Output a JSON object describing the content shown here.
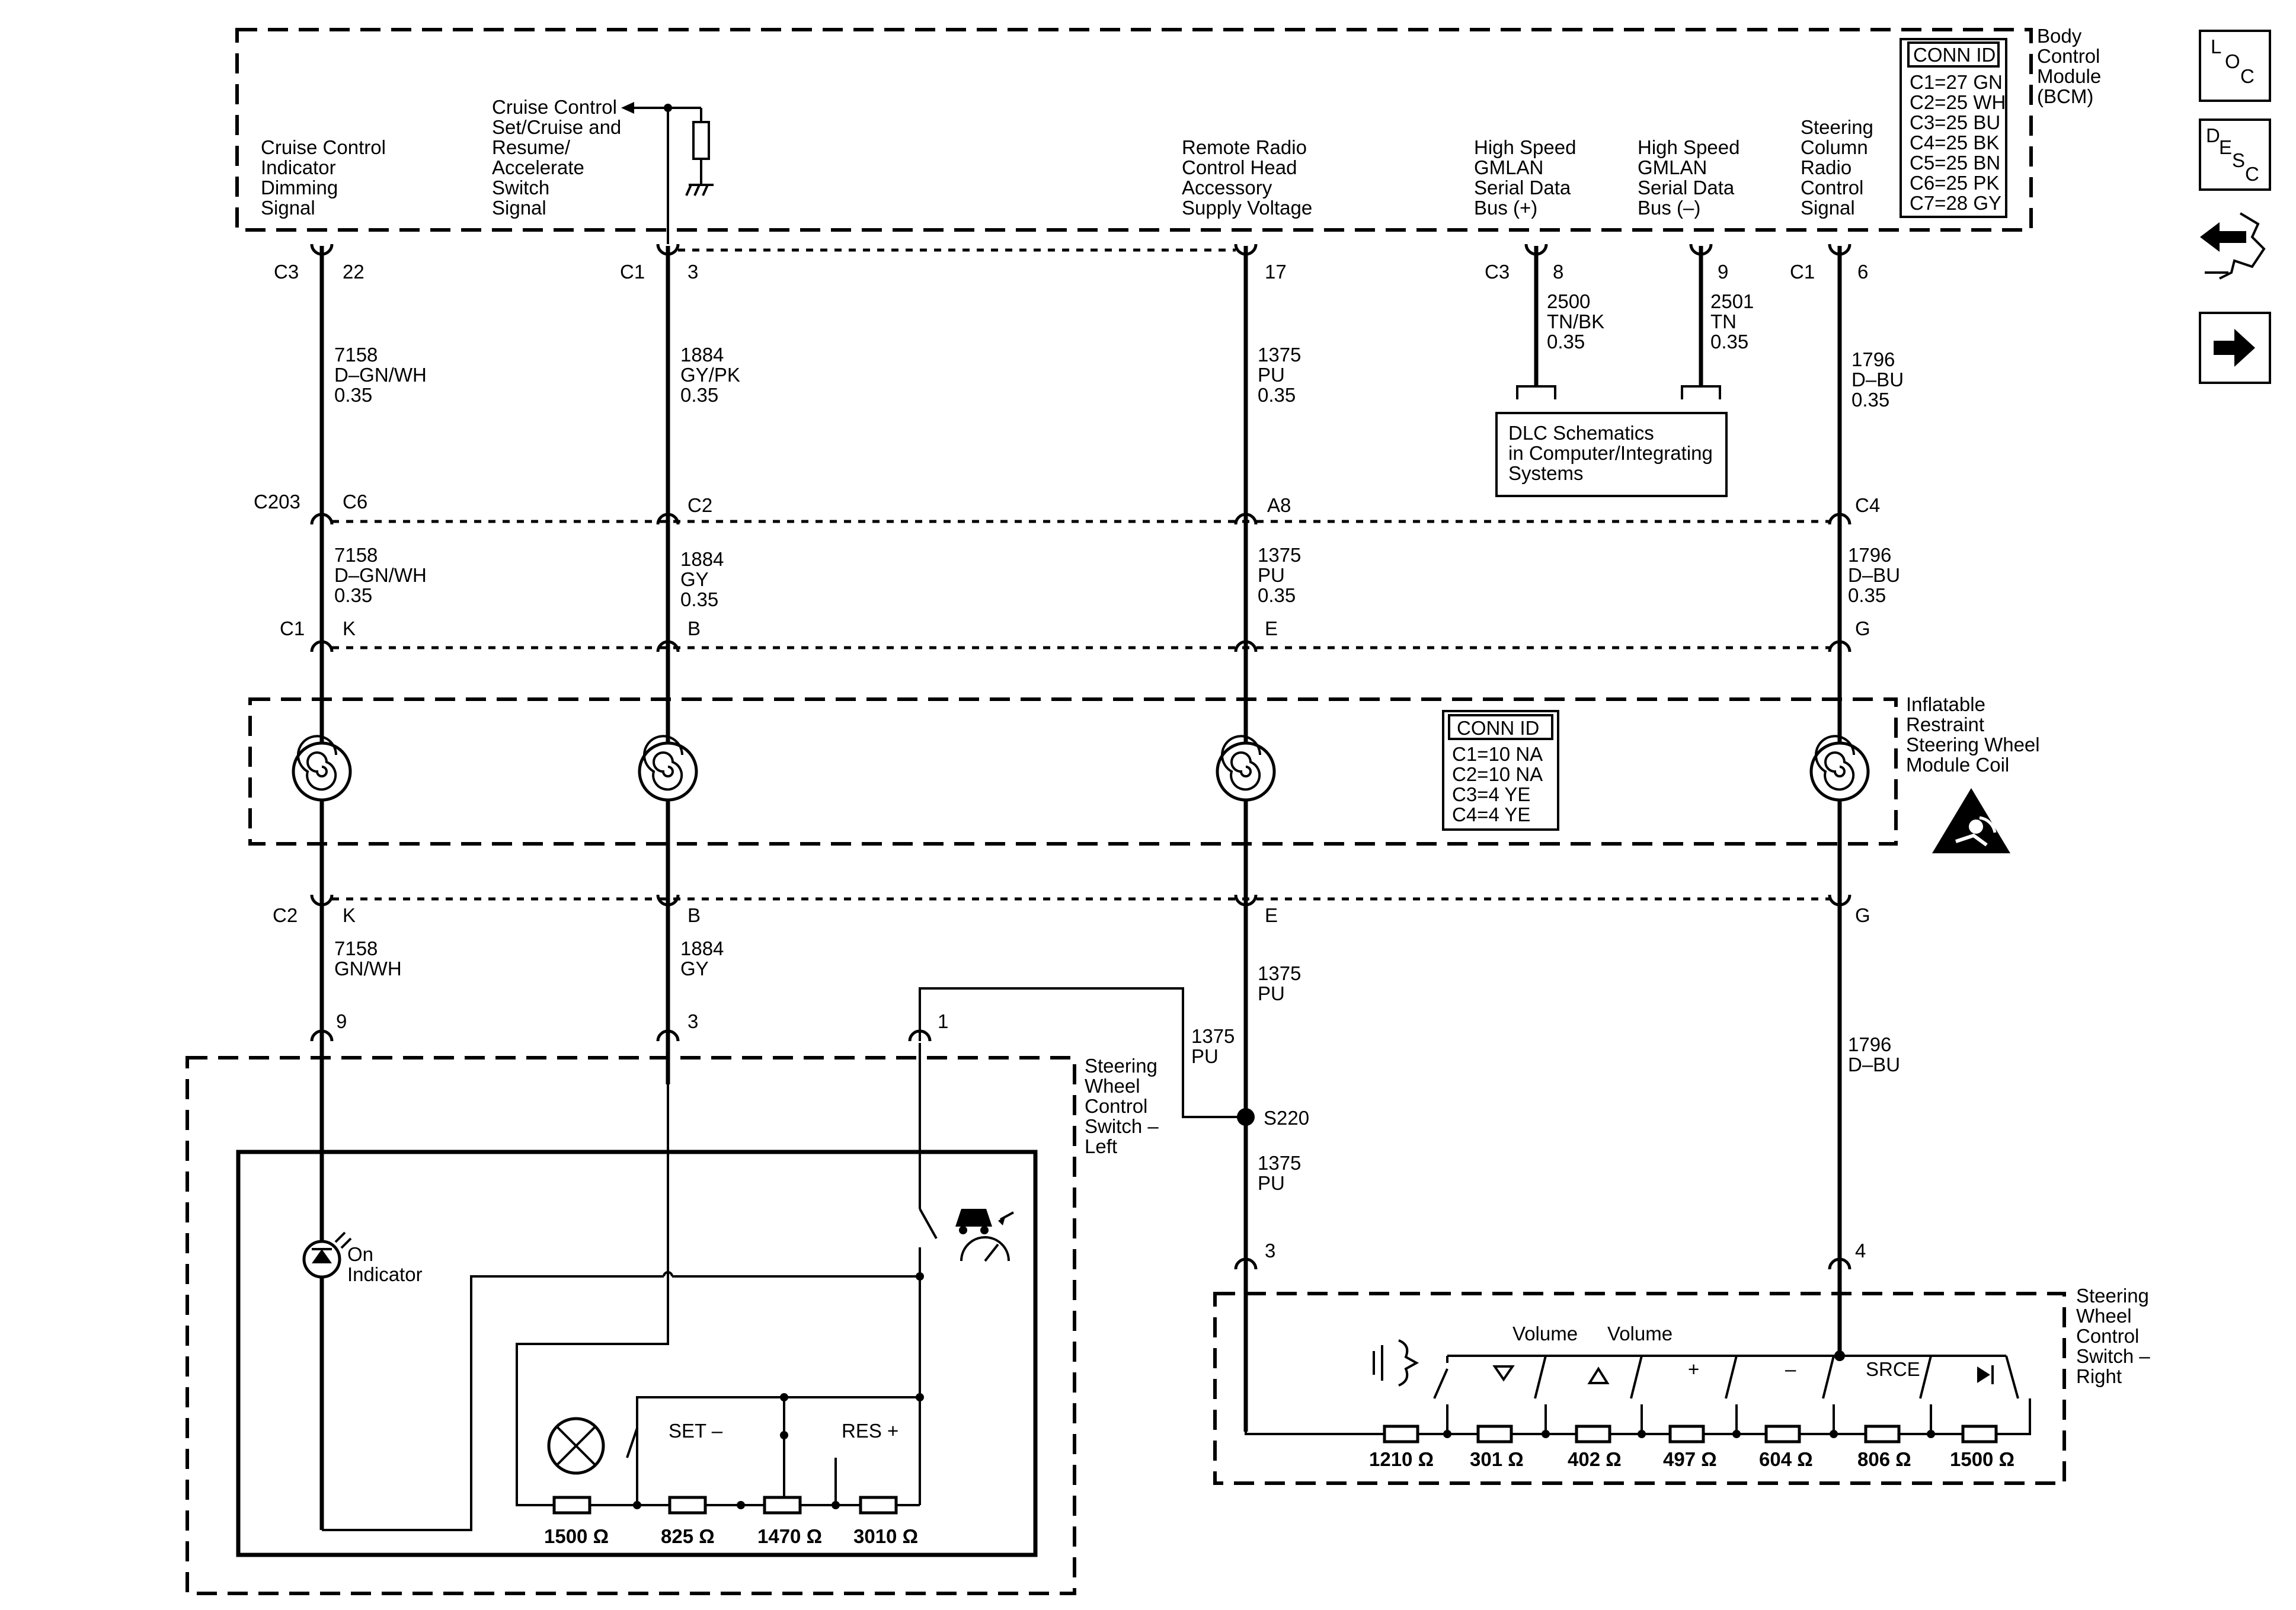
{
  "bcm": {
    "name_lines": [
      "Body",
      "Control",
      "Module",
      "(BCM)"
    ],
    "conn_title": "CONN ID",
    "conn": [
      "C1=27 GN",
      "C2=25 WH",
      "C3=25 BU",
      "C4=25 BK",
      "C5=25 BN",
      "C6=25 PK",
      "C7=28 GY"
    ],
    "signal1": [
      "Cruise Control",
      "Indicator",
      "Dimming",
      "Signal"
    ],
    "signal2": [
      "Cruise Control",
      "Set/Cruise and",
      "Resume/",
      "Accelerate",
      "Switch",
      "Signal"
    ],
    "signal3": [
      "Remote Radio",
      "Control Head",
      "Accessory",
      "Supply Voltage"
    ],
    "signal4": [
      "High Speed",
      "GMLAN",
      "Serial Data",
      "Bus (+)"
    ],
    "signal5": [
      "High Speed",
      "GMLAN",
      "Serial Data",
      "Bus (–)"
    ],
    "signal6": [
      "Steering",
      "Column",
      "Radio",
      "Control",
      "Signal"
    ]
  },
  "pins_top": {
    "w1_conn": "C3",
    "w1_pin": "22",
    "w2_conn": "C1",
    "w2_pin": "3",
    "w3_pin": "17",
    "w4_conn": "C3",
    "w4_pin": "8",
    "w5_pin": "9",
    "w6_conn": "C1",
    "w6_pin": "6"
  },
  "wires_top": {
    "w1": [
      "7158",
      "D–GN/WH",
      "0.35"
    ],
    "w2": [
      "1884",
      "GY/PK",
      "0.35"
    ],
    "w3": [
      "1375",
      "PU",
      "0.35"
    ],
    "w4": [
      "2500",
      "TN/BK",
      "0.35"
    ],
    "w5": [
      "2501",
      "TN",
      "0.35"
    ],
    "w6": [
      "1796",
      "D–BU",
      "0.35"
    ]
  },
  "dlc": [
    "DLC Schematics",
    "in Computer/Integrating",
    "Systems"
  ],
  "c203": {
    "name": "C203",
    "p1": "C6",
    "p2": "C2",
    "p3": "A8",
    "p4": "C4"
  },
  "wires_mid": {
    "w1": [
      "7158",
      "D–GN/WH",
      "0.35"
    ],
    "w2": [
      "1884",
      "GY",
      "0.35"
    ],
    "w3": [
      "1375",
      "PU",
      "0.35"
    ],
    "w6": [
      "1796",
      "D–BU",
      "0.35"
    ]
  },
  "coil_c1": {
    "name": "C1",
    "p1": "K",
    "p2": "B",
    "p3": "E",
    "p4": "G"
  },
  "coil": {
    "name_lines": [
      "Inflatable",
      "Restraint",
      "Steering Wheel",
      "Module Coil"
    ],
    "conn_title": "CONN ID",
    "conn": [
      "C1=10 NA",
      "C2=10 NA",
      "C3=4 YE",
      "C4=4 YE"
    ]
  },
  "coil_c2": {
    "name": "C2",
    "p1": "K",
    "p2": "B",
    "p3": "E",
    "p4": "G"
  },
  "wires_low": {
    "w1": [
      "7158",
      "GN/WH"
    ],
    "w2": [
      "1884",
      "GY"
    ],
    "w3": [
      "1375",
      "PU"
    ],
    "w6": [
      "1796",
      "D–BU"
    ],
    "branch": [
      "1375",
      "PU"
    ],
    "after_splice": [
      "1375",
      "PU"
    ]
  },
  "splice": "S220",
  "left_switch": {
    "name_lines": [
      "Steering",
      "Wheel",
      "Control",
      "Switch –",
      "Left"
    ],
    "pin_a": "9",
    "pin_b": "3",
    "pin_c": "1",
    "on_indicator": [
      "On",
      "Indicator"
    ],
    "set_label": "SET –",
    "res_label": "RES +",
    "resistors": [
      "1500 Ω",
      "825 Ω",
      "1470 Ω",
      "3010 Ω"
    ]
  },
  "right_switch": {
    "name_lines": [
      "Steering",
      "Wheel",
      "Control",
      "Switch –",
      "Right"
    ],
    "pin_a": "3",
    "pin_b": "4",
    "volume_down": "Volume",
    "volume_up": "Volume",
    "plus": "+",
    "minus": "–",
    "srce": "SRCE",
    "resistors": [
      "1210 Ω",
      "301 Ω",
      "402 Ω",
      "497 Ω",
      "604 Ω",
      "806 Ω",
      "1500 Ω"
    ]
  },
  "nav_icons": [
    "loc-icon",
    "desc-icon",
    "connector-view-icon",
    "next-arrow-icon"
  ],
  "nav": {
    "loc": [
      "L",
      "O",
      "C"
    ],
    "desc": [
      "D",
      "E",
      "S",
      "C"
    ]
  }
}
